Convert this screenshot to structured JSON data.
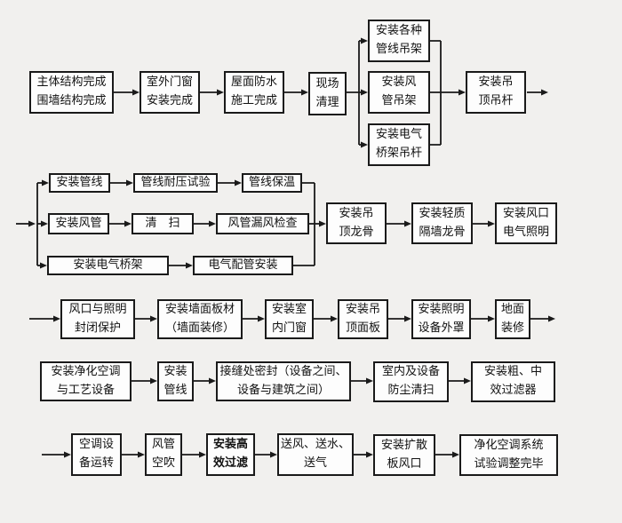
{
  "diagram": {
    "type": "flowchart",
    "language": "zh-CN",
    "colors": {
      "background": "#f1f0ee",
      "box_fill": "#fdfdfd",
      "box_border": "#1a1a1a",
      "connector": "#1a1a1a",
      "text": "#111111"
    }
  },
  "boxes": {
    "r1_structure": "主体结构完成\n围墙结构完成",
    "r1_doors": "室外门窗\n安装完成",
    "r1_roof": "屋面防水\n施工完成",
    "r1_site": "现场\n清理",
    "r1_hanger_pipe": "安装各种\n管线吊架",
    "r1_hanger_duct": "安装风\n管吊架",
    "r1_hanger_tray": "安装电气\n桥架吊杆",
    "r1_ceiling_rod": "安装吊\n顶吊杆",
    "r2_pipe": "安装管线",
    "r2_pressure": "管线耐压试验",
    "r2_insulation": "管线保温",
    "r2_duct": "安装风管",
    "r2_sweep": "清　扫",
    "r2_leak": "风管漏风检查",
    "r2_tray": "安装电气桥架",
    "r2_conduit": "电气配管安装",
    "r2_grid": "安装吊\n顶龙骨",
    "r2_partition": "安装轻质\n隔墙龙骨",
    "r2_outlet": "安装风口\n电气照明",
    "r3_protect": "风口与照明\n封闭保护",
    "r3_wallpanel": "安装墙面板材\n（墙面装修）",
    "r3_indoor_doors": "安装室\n内门窗",
    "r3_ceiling_panel": "安装吊\n顶面板",
    "r3_lamp_cover": "安装照明\n设备外罩",
    "r3_floor": "地面\n装修",
    "r4_clean_ac": "安装净化空调\n与工艺设备",
    "r4_pipeline": "安装\n管线",
    "r4_seal": "接缝处密封（设备之间、\n设备与建筑之间）",
    "r4_dust": "室内及设备\n防尘清扫",
    "r4_filter": "安装粗、中\n效过滤器",
    "r5_run": "空调设\n备运转",
    "r5_blow": "风管\n空吹",
    "r5_hepa": "安装高\n效过滤",
    "r5_supply": "送风、送水、\n送气",
    "r5_diffuser": "安装扩散\n板风口",
    "r5_final": "净化空调系统\n试验调整完毕"
  }
}
